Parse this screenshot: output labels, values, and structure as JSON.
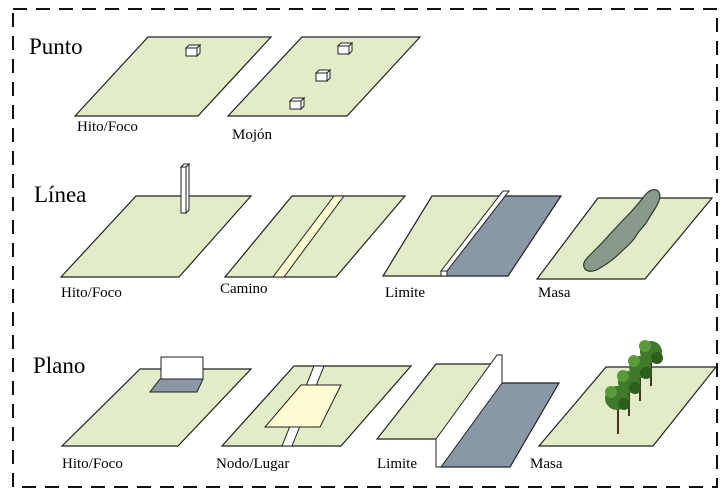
{
  "rows": [
    {
      "title": "Punto",
      "captions": [
        "Hito/Foco",
        "Mojón"
      ]
    },
    {
      "title": "Línea",
      "captions": [
        "Hito/Foco",
        "Camino",
        "Limite",
        "Masa"
      ]
    },
    {
      "title": "Plano",
      "captions": [
        "Hito/Foco",
        "Nodo/Lugar",
        "Limite",
        "Masa"
      ]
    }
  ],
  "colors": {
    "plane": "#e3ecc8",
    "road": "#fdfbd2",
    "dark_surface": "#8a97a6",
    "mass": "#8a9a8a",
    "tree": "#3f7a2a",
    "border": "#222222"
  }
}
